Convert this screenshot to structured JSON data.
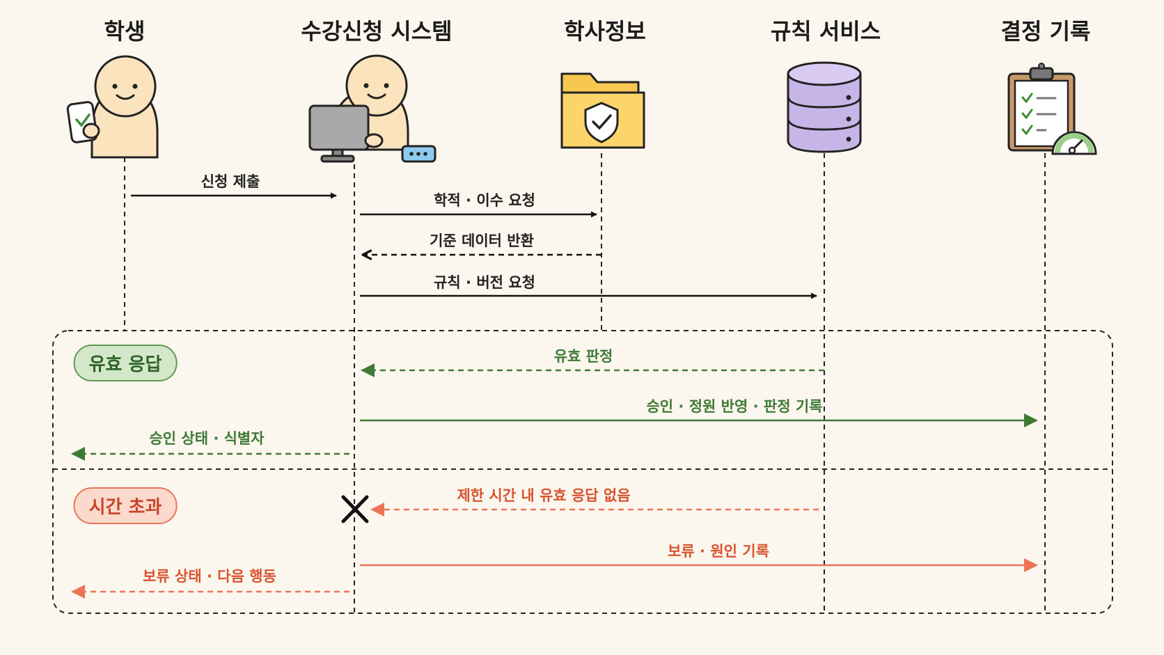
{
  "actors": [
    {
      "id": "student",
      "label": "학생",
      "icon": "student-with-phone-icon"
    },
    {
      "id": "enrollment",
      "label": "수강신청 시스템",
      "icon": "operator-at-computer-icon"
    },
    {
      "id": "academic",
      "label": "학사정보",
      "icon": "secure-folder-icon"
    },
    {
      "id": "rules",
      "label": "규칙 서비스",
      "icon": "database-icon"
    },
    {
      "id": "decision",
      "label": "결정 기록",
      "icon": "clipboard-gauge-icon"
    }
  ],
  "messages": [
    {
      "label": "신청 제출",
      "from": "student",
      "to": "enrollment",
      "style": "solid"
    },
    {
      "label": "학적 · 이수 요청",
      "from": "enrollment",
      "to": "academic",
      "style": "solid"
    },
    {
      "label": "기준 데이터 반환",
      "from": "academic",
      "to": "enrollment",
      "style": "dashed"
    },
    {
      "label": "규칙 · 버전 요청",
      "from": "enrollment",
      "to": "rules",
      "style": "solid"
    }
  ],
  "fragments": [
    {
      "label": "유효 응답",
      "tone": "green",
      "messages": [
        {
          "label": "유효 판정",
          "from": "rules",
          "to": "enrollment",
          "style": "dashed"
        },
        {
          "label": "승인 · 정원 반영 · 판정 기록",
          "from": "enrollment",
          "to": "decision",
          "style": "solid"
        },
        {
          "label": "승인 상태 · 식별자",
          "from": "enrollment",
          "to": "student",
          "style": "dashed"
        }
      ]
    },
    {
      "label": "시간 초과",
      "tone": "red",
      "messages": [
        {
          "label": "제한 시간 내 유효 응답 없음",
          "from": "rules",
          "to": "enrollment",
          "style": "dashed",
          "lost": true
        },
        {
          "label": "보류 · 원인 기록",
          "from": "enrollment",
          "to": "decision",
          "style": "solid"
        },
        {
          "label": "보류 상태 · 다음 행동",
          "from": "enrollment",
          "to": "student",
          "style": "dashed"
        }
      ]
    }
  ],
  "colors": {
    "background": "#fbf6ee",
    "black": "#111111",
    "green": "#3f7a35",
    "red": "#ec7457",
    "red_text": "#d9532e"
  }
}
